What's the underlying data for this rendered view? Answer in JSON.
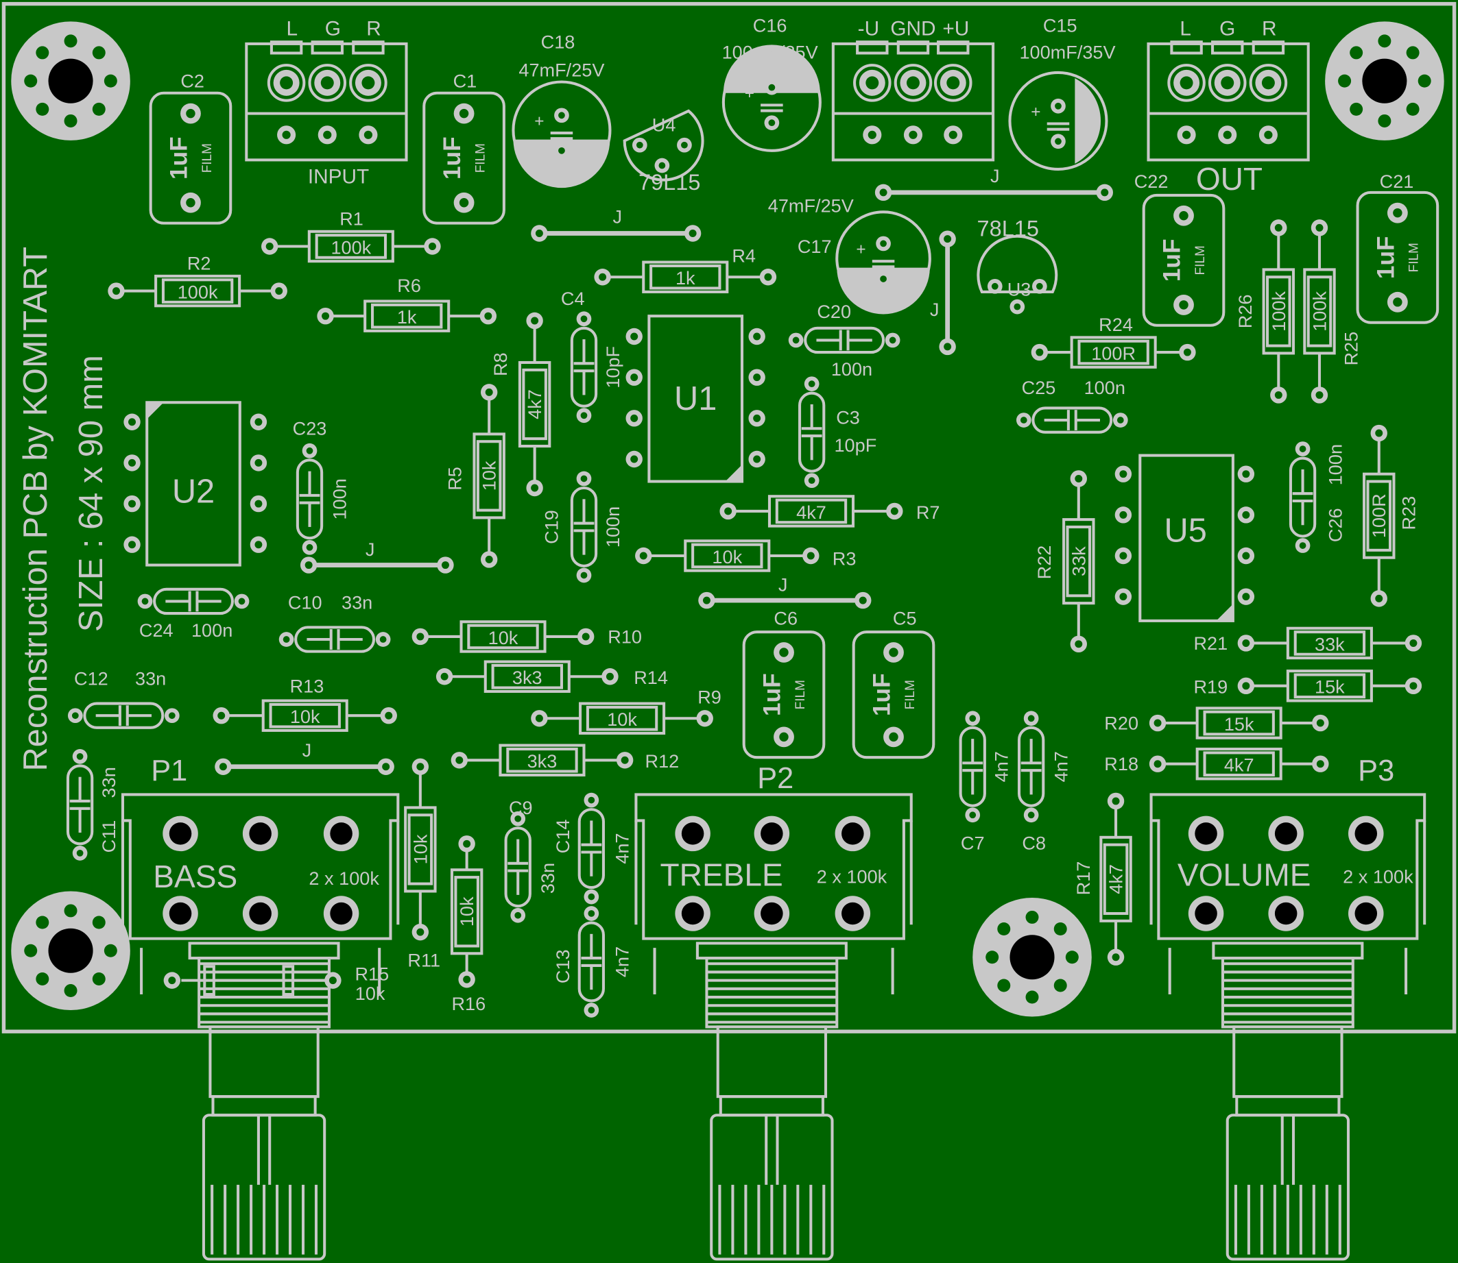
{
  "colors": {
    "board": "#006400",
    "silk": "#c8c8c8",
    "hole": "#000000",
    "pad": "#c8c8c8"
  },
  "title": {
    "line1": "Reconstruction PCB by KOMITART",
    "line2": "SIZE : 64 x 90 mm"
  },
  "connectors": {
    "input": {
      "pins": [
        "L",
        "G",
        "R"
      ],
      "label": "INPUT"
    },
    "power": {
      "pins": [
        "-U",
        "GND",
        "+U"
      ]
    },
    "output": {
      "pins": [
        "L",
        "G",
        "R"
      ],
      "label": "OUT"
    }
  },
  "pots": [
    {
      "ref": "P1",
      "name": "BASS",
      "value": "2 x 100k"
    },
    {
      "ref": "P2",
      "name": "TREBLE",
      "value": "2 x 100k"
    },
    {
      "ref": "P3",
      "name": "VOLUME",
      "value": "2 x 100k"
    }
  ],
  "ics": [
    {
      "ref": "U1"
    },
    {
      "ref": "U2"
    },
    {
      "ref": "U5"
    }
  ],
  "regulators": [
    {
      "ref": "U4",
      "part": "79L15"
    },
    {
      "ref": "U3",
      "part": "78L15"
    }
  ],
  "film_caps": [
    {
      "ref": "C2",
      "value": "1uF",
      "type": "FILM"
    },
    {
      "ref": "C1",
      "value": "1uF",
      "type": "FILM"
    },
    {
      "ref": "C22",
      "value": "1uF",
      "type": "FILM"
    },
    {
      "ref": "C21",
      "value": "1uF",
      "type": "FILM"
    },
    {
      "ref": "C6",
      "value": "1uF",
      "type": "FILM"
    },
    {
      "ref": "C5",
      "value": "1uF",
      "type": "FILM"
    }
  ],
  "electrolytics": [
    {
      "ref": "C18",
      "value": "47mF/25V"
    },
    {
      "ref": "C16",
      "value": "100mF/35V"
    },
    {
      "ref": "C15",
      "value": "100mF/35V"
    },
    {
      "ref": "C17",
      "value": "47mF/25V"
    }
  ],
  "resistors": [
    {
      "ref": "R1",
      "value": "100k"
    },
    {
      "ref": "R2",
      "value": "100k"
    },
    {
      "ref": "R6",
      "value": "1k"
    },
    {
      "ref": "R4",
      "value": "1k"
    },
    {
      "ref": "R8",
      "value": "4k7"
    },
    {
      "ref": "R5",
      "value": "10k"
    },
    {
      "ref": "R7",
      "value": "4k7"
    },
    {
      "ref": "R3",
      "value": "10k"
    },
    {
      "ref": "R24",
      "value": "100R"
    },
    {
      "ref": "R26",
      "value": "100k"
    },
    {
      "ref": "R25",
      "value": "100k"
    },
    {
      "ref": "R22",
      "value": "33k"
    },
    {
      "ref": "R23",
      "value": "100R"
    },
    {
      "ref": "R10",
      "value": "10k"
    },
    {
      "ref": "R14",
      "value": "3k3"
    },
    {
      "ref": "R13",
      "value": "10k"
    },
    {
      "ref": "R9",
      "value": "10k"
    },
    {
      "ref": "R12",
      "value": "3k3"
    },
    {
      "ref": "R21",
      "value": "33k"
    },
    {
      "ref": "R19",
      "value": "15k"
    },
    {
      "ref": "R20",
      "value": "15k"
    },
    {
      "ref": "R18",
      "value": "4k7"
    },
    {
      "ref": "R11",
      "value": "10k"
    },
    {
      "ref": "R16",
      "value": "10k"
    },
    {
      "ref": "R17",
      "value": "4k7"
    },
    {
      "ref": "R15",
      "value": "10k"
    }
  ],
  "ceramic_caps": [
    {
      "ref": "C4",
      "value": "10pF"
    },
    {
      "ref": "C3",
      "value": "10pF"
    },
    {
      "ref": "C20",
      "value": "100n"
    },
    {
      "ref": "C25",
      "value": "100n"
    },
    {
      "ref": "C23",
      "value": "100n"
    },
    {
      "ref": "C19",
      "value": "100n"
    },
    {
      "ref": "C26",
      "value": "100n"
    },
    {
      "ref": "C24",
      "value": "100n"
    },
    {
      "ref": "C10",
      "value": "33n"
    },
    {
      "ref": "C12",
      "value": "33n"
    },
    {
      "ref": "C11",
      "value": "33n"
    },
    {
      "ref": "C9",
      "value": "33n"
    },
    {
      "ref": "C14",
      "value": "4n7"
    },
    {
      "ref": "C13",
      "value": "4n7"
    },
    {
      "ref": "C7",
      "value": "4n7"
    },
    {
      "ref": "C8",
      "value": "4n7"
    }
  ],
  "jumper_label": "J",
  "misc": {
    "plus": "+"
  }
}
